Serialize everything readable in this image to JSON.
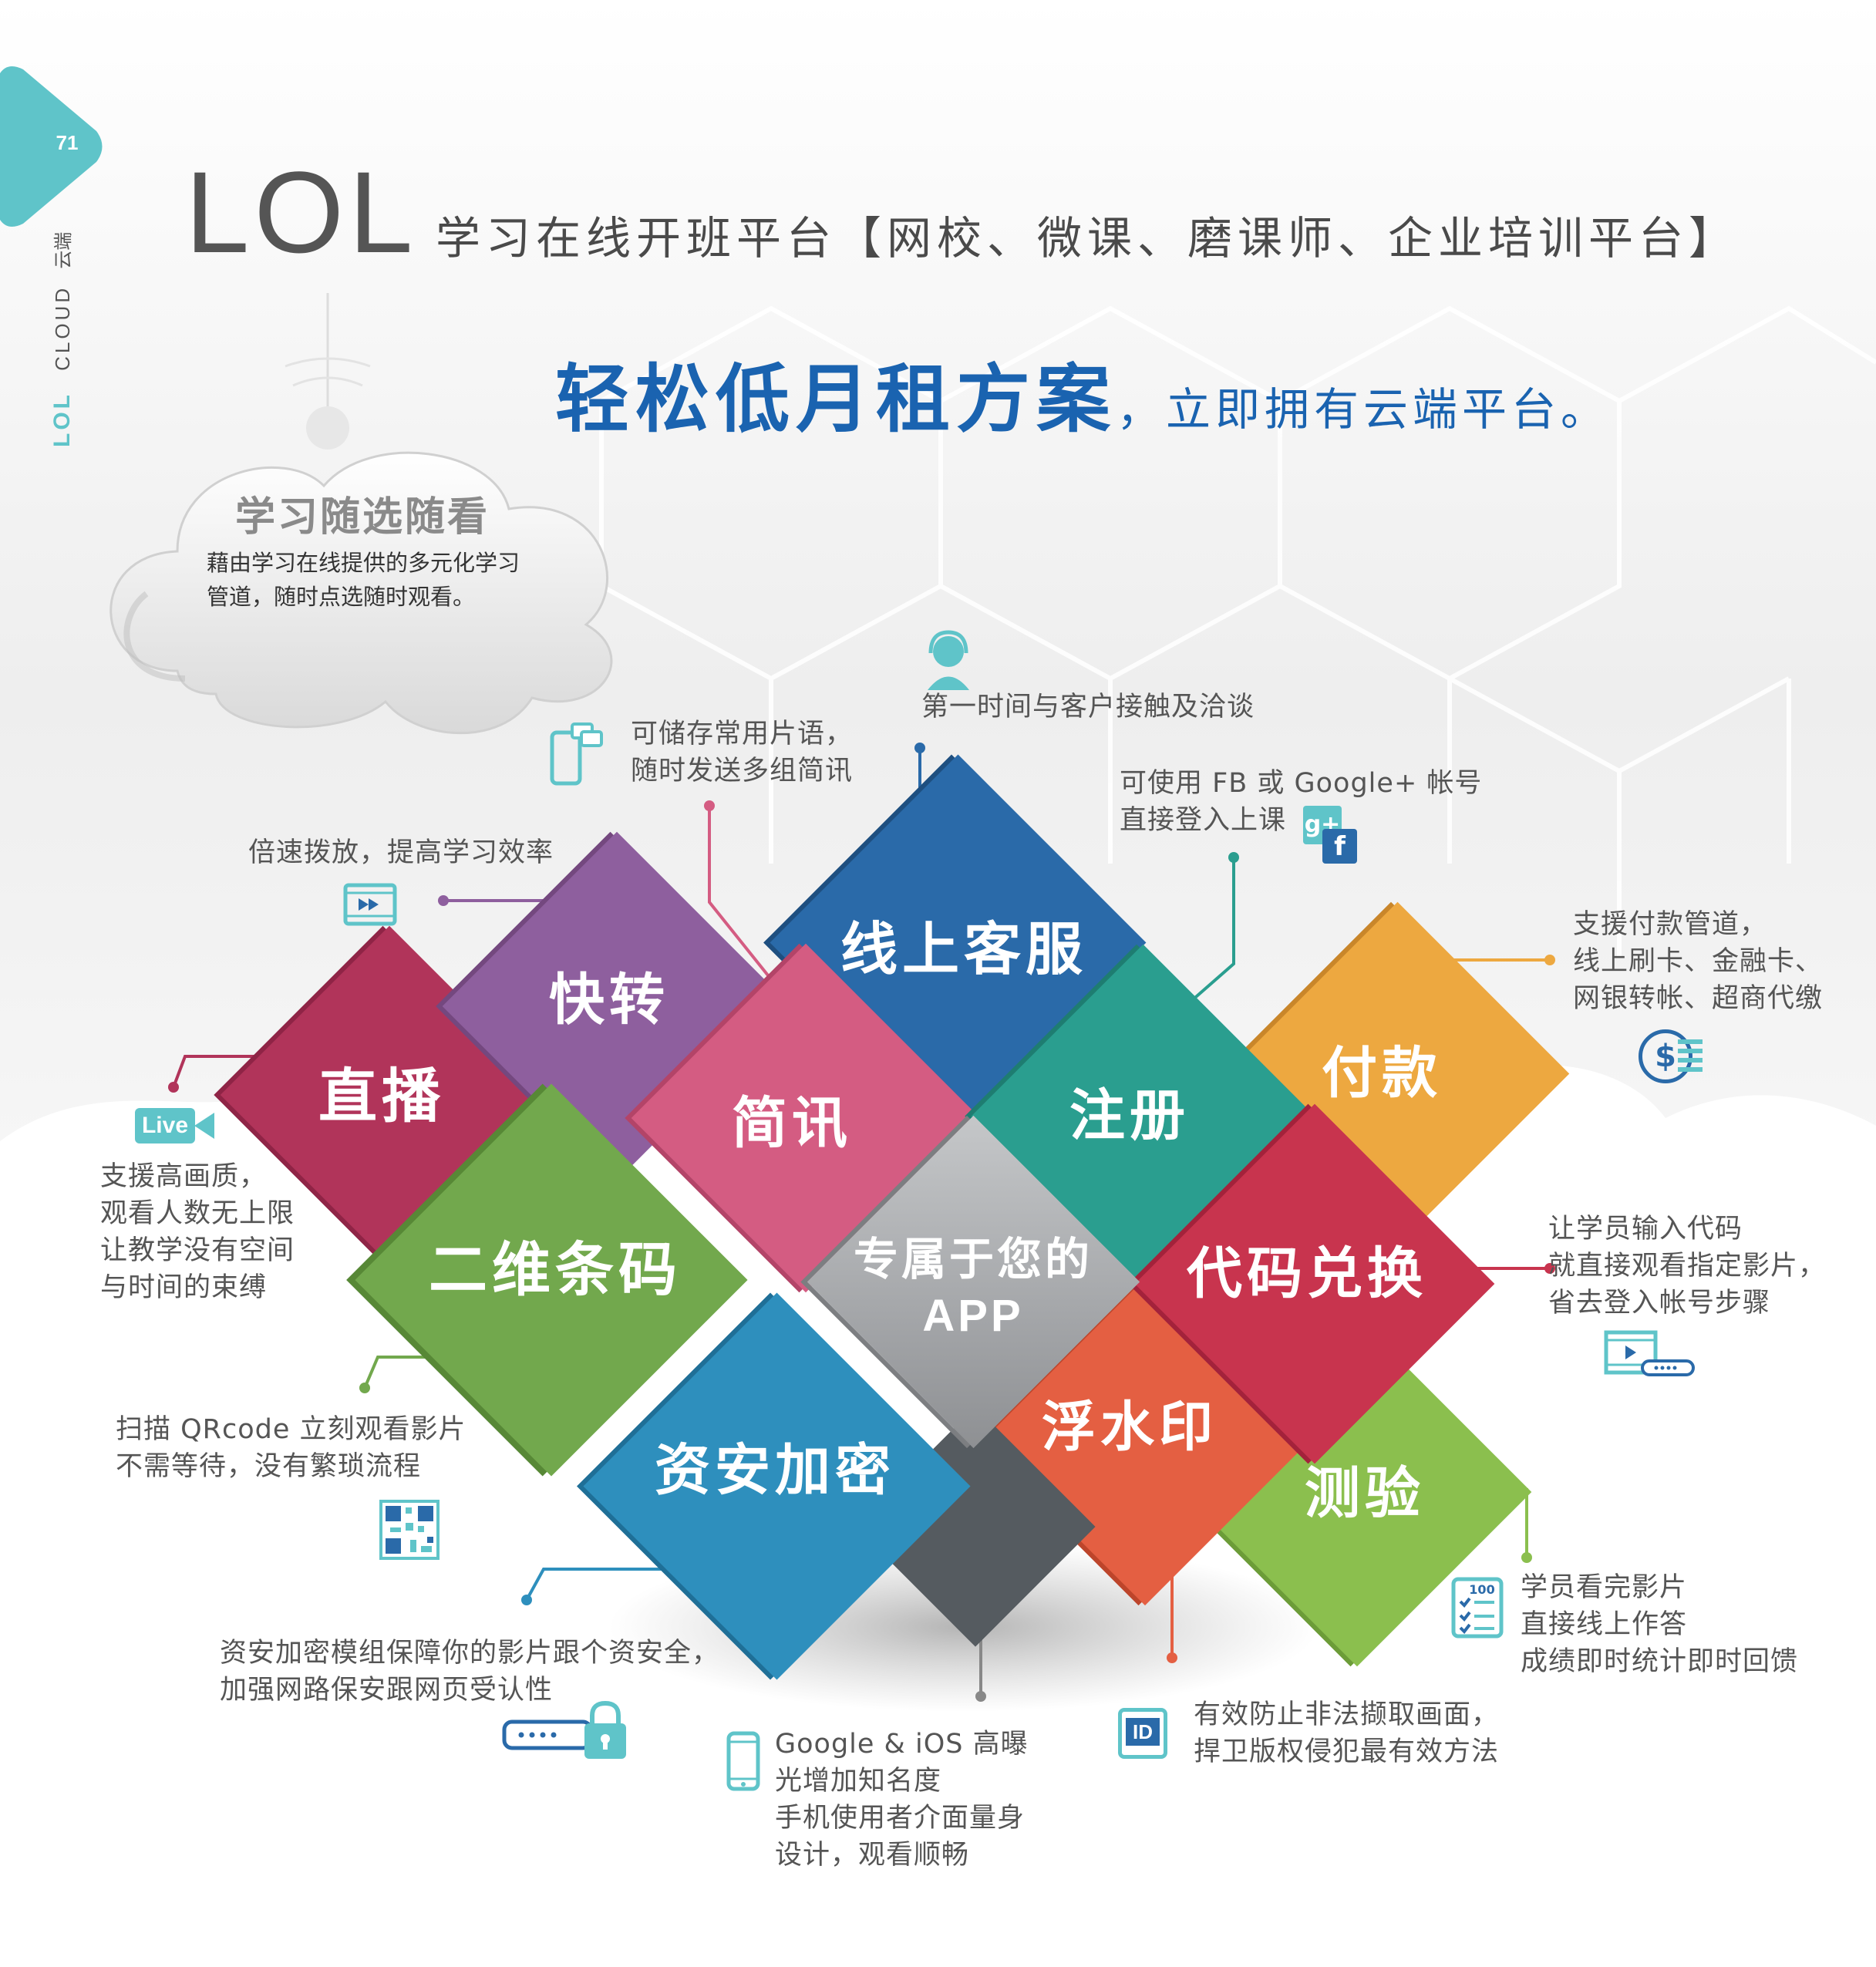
{
  "page": {
    "number": "71",
    "side_label": {
      "brand": "LOL",
      "en": "CLOUD",
      "zh": "云端"
    }
  },
  "header": {
    "logo": "LOL",
    "title": "学习在线开班平台【网校、微课、磨课师、企业培训平台】",
    "slogan_big": "轻松低月租方案",
    "slogan_small": "，立即拥有云端平台。"
  },
  "cloud": {
    "title": "学习随选随看",
    "desc_line1": "藉由学习在线提供的多元化学习",
    "desc_line2": "管道，随时点选随时观看。"
  },
  "tiles": {
    "live": "直播",
    "fast": "快转",
    "sms": "简讯",
    "service": "线上客服",
    "register": "注册",
    "pay": "付款",
    "qr": "二维条码",
    "app_line1": "专属于您的",
    "app_line2": "APP",
    "code": "代码兑换",
    "security": "资安加密",
    "watermark": "浮水印",
    "quiz": "测验"
  },
  "descriptions": {
    "service": [
      "第一时间与客户接触及洽谈"
    ],
    "sms": [
      "可储存常用片语，",
      "随时发送多组简讯"
    ],
    "register": [
      "可使用 FB 或 Google+ 帐号",
      "直接登入上课"
    ],
    "fast": [
      "倍速拨放，提高学习效率"
    ],
    "pay": [
      "支援付款管道，",
      "线上刷卡、金融卡、",
      "网银转帐、超商代缴"
    ],
    "live": [
      "支援高画质，",
      "观看人数无上限",
      "让教学没有空间",
      "与时间的束缚"
    ],
    "code": [
      "让学员输入代码",
      "就直接观看指定影片，",
      "省去登入帐号步骤"
    ],
    "qr": [
      "扫描 QRcode 立刻观看影片",
      "不需等待，没有繁琐流程"
    ],
    "quiz": [
      "学员看完影片",
      "直接线上作答",
      "成绩即时统计即时回馈"
    ],
    "security": [
      "资安加密模组保障你的影片跟个资安全，",
      "加强网路保安跟网页受认性"
    ],
    "app": [
      "Google & iOS 高曝",
      "光增加知名度",
      "手机使用者介面量身",
      "设计，观看顺畅"
    ],
    "watermark": [
      "有效防止非法撷取画面，",
      "捍卫版权侵犯最有效方法"
    ]
  },
  "icons": {
    "live_badge": "Live",
    "quiz_badge": "100",
    "id_badge": "ID",
    "google_badge": "g+",
    "fb_badge": "f",
    "money_badge": "$"
  },
  "colors": {
    "teal": "#5fc4c9",
    "blue_slogan": "#1a63b0",
    "live": "#b1345a",
    "fast": "#8e5f9e",
    "sms": "#d45c82",
    "service": "#2a6aa9",
    "register": "#2a9e8f",
    "pay": "#eda840",
    "qr": "#72a84d",
    "app": "#a7a9ac",
    "code": "#c8344e",
    "security": "#2e8fbd",
    "watermark": "#e45f42",
    "quiz": "#8bbf4e"
  }
}
